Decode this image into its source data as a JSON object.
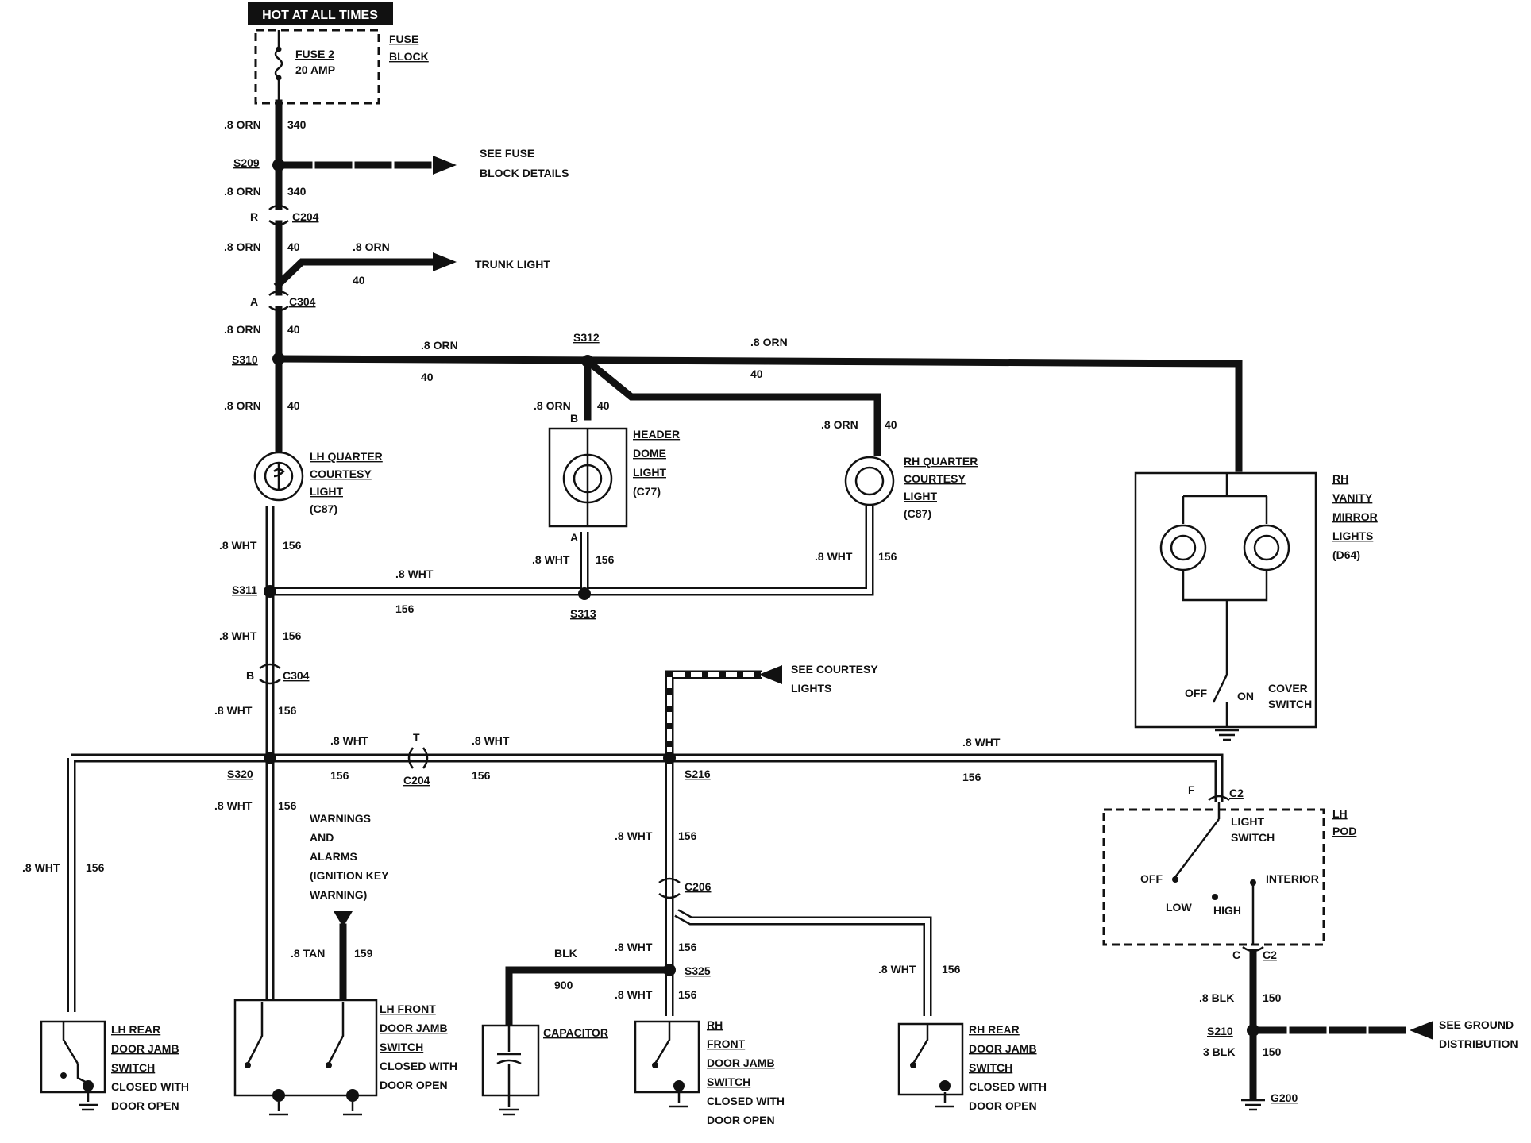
{
  "header": {
    "hot_label": "HOT AT ALL TIMES"
  },
  "fuse": {
    "name": "FUSE 2",
    "rating": "20 AMP",
    "block": [
      "FUSE",
      "BLOCK"
    ]
  },
  "wires": {
    "orn": ".8 ORN",
    "n340": "340",
    "n40": "40",
    "wht": ".8 WHT",
    "n156": "156",
    "tan": ".8 TAN",
    "n159": "159",
    "blk": "BLK",
    "n900": "900",
    "blk8": ".8 BLK",
    "n150": "150",
    "blk3": "3 BLK"
  },
  "splices": {
    "s209": "S209",
    "s310": "S310",
    "s312": "S312",
    "s311": "S311",
    "s313": "S313",
    "s320": "S320",
    "s216": "S216",
    "s325": "S325",
    "s210": "S210"
  },
  "connectors": {
    "c204": "C204",
    "c304": "C304",
    "c206": "C206",
    "c2": "C2",
    "pin_r": "R",
    "pin_a": "A",
    "pin_b": "B",
    "pin_t": "T",
    "pin_f": "F",
    "pin_c": "C"
  },
  "refs": {
    "fuse_details": [
      "SEE FUSE",
      "BLOCK DETAILS"
    ],
    "trunk": "TRUNK LIGHT",
    "courtesy": [
      "SEE COURTESY",
      "LIGHTS"
    ],
    "warnings": [
      "WARNINGS",
      "AND",
      "ALARMS",
      "(IGNITION KEY",
      "WARNING)"
    ],
    "ground": [
      "SEE GROUND",
      "DISTRIBUTION"
    ]
  },
  "components": {
    "lh_quarter": [
      "LH QUARTER",
      "COURTESY",
      "LIGHT"
    ],
    "lh_quarter_id": "(C87)",
    "header_dome": [
      "HEADER",
      "DOME",
      "LIGHT"
    ],
    "header_dome_id": "(C77)",
    "rh_quarter": [
      "RH QUARTER",
      "COURTESY",
      "LIGHT"
    ],
    "rh_quarter_id": "(C87)",
    "rh_vanity": [
      "RH",
      "VANITY",
      "MIRROR",
      "LIGHTS"
    ],
    "rh_vanity_id": "(D64)",
    "cover_switch": [
      "COVER",
      "SWITCH"
    ],
    "off": "OFF",
    "on": "ON",
    "lh_pod": [
      "LH",
      "POD"
    ],
    "light_switch": [
      "LIGHT",
      "SWITCH"
    ],
    "interior": "INTERIOR",
    "low": "LOW",
    "high": "HIGH",
    "lh_rear": [
      "LH REAR",
      "DOOR JAMB",
      "SWITCH"
    ],
    "lh_rear_note": [
      "CLOSED WITH",
      "DOOR OPEN"
    ],
    "lh_front": [
      "LH FRONT",
      "DOOR JAMB",
      "SWITCH"
    ],
    "lh_front_note": [
      "CLOSED WITH",
      "DOOR OPEN"
    ],
    "capacitor": "CAPACITOR",
    "rh_front": [
      "RH",
      "FRONT",
      "DOOR JAMB",
      "SWITCH"
    ],
    "rh_front_note": [
      "CLOSED WITH",
      "DOOR OPEN"
    ],
    "rh_rear": [
      "RH REAR",
      "DOOR JAMB",
      "SWITCH"
    ],
    "rh_rear_note": [
      "CLOSED WITH",
      "DOOR OPEN"
    ],
    "g200": "G200"
  }
}
